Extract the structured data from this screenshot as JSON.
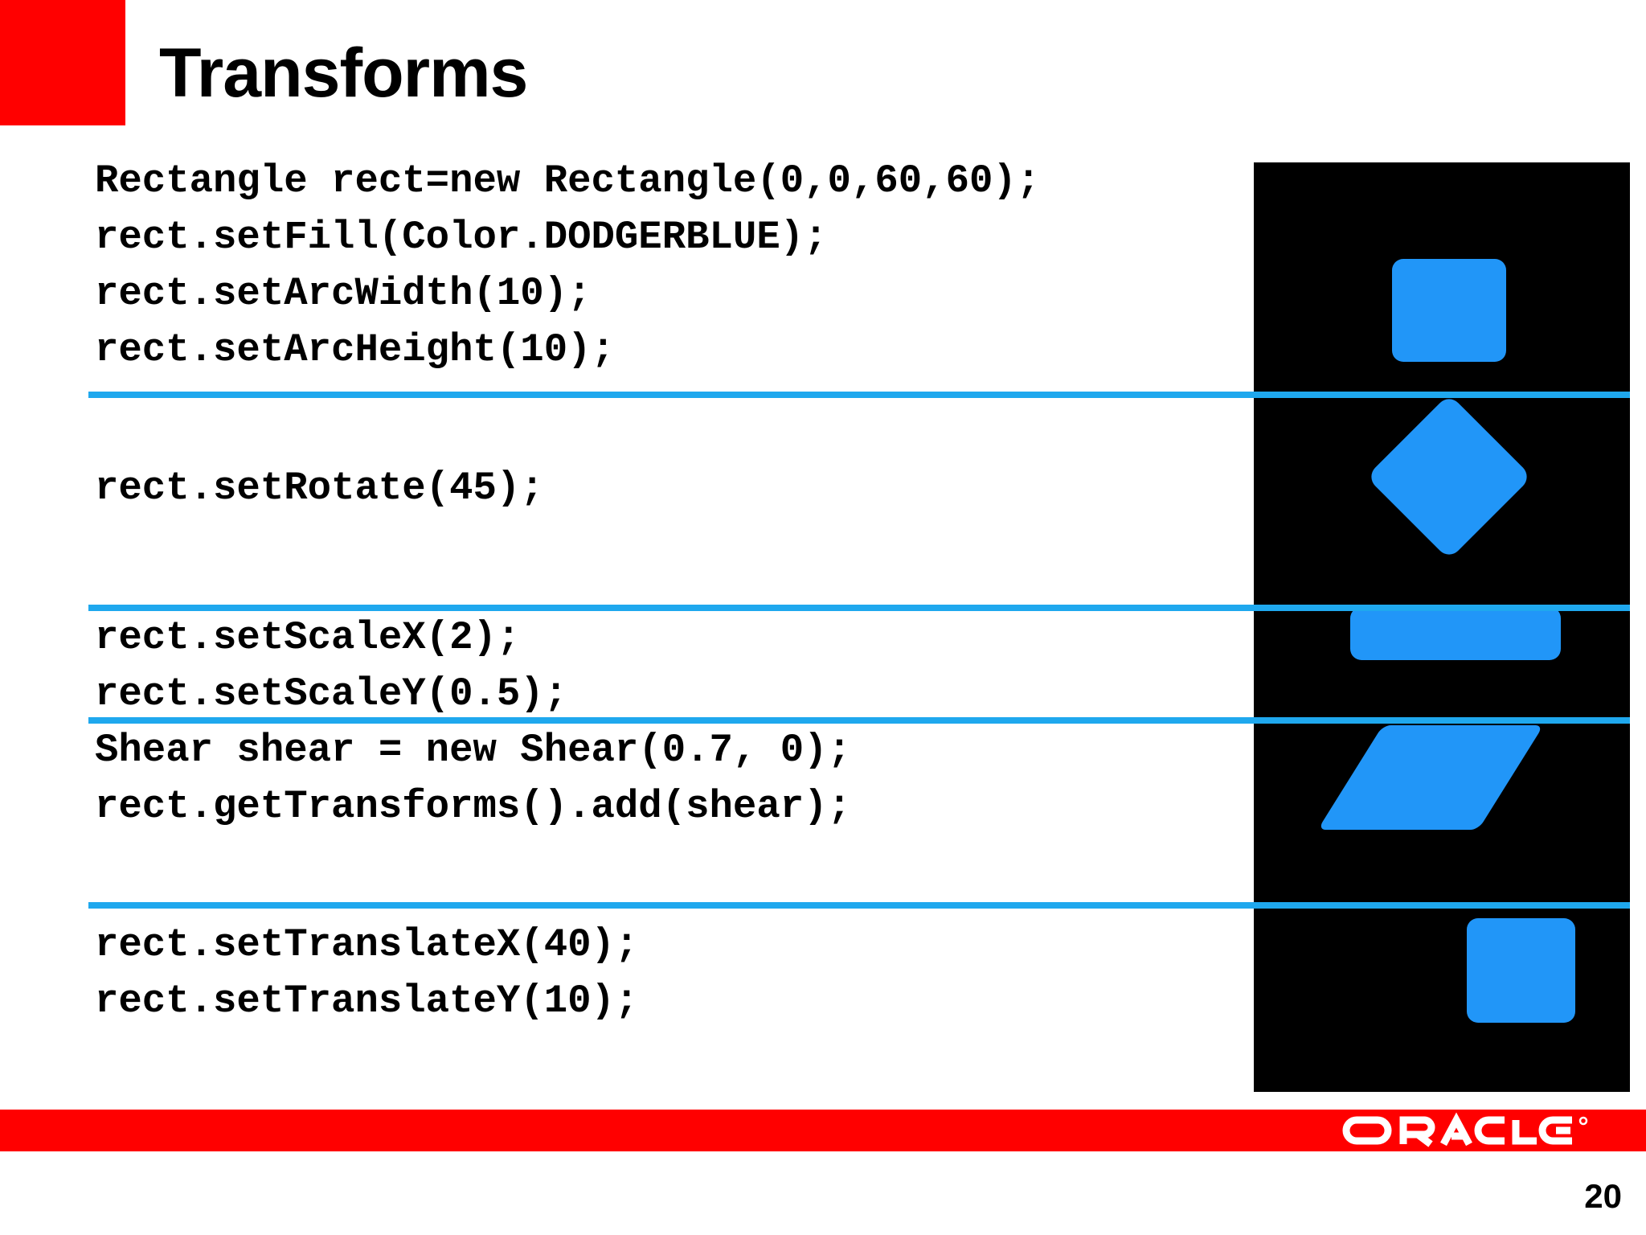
{
  "slide": {
    "title": "Transforms",
    "page_number": "20",
    "accent_red": "#FF0000",
    "separator_blue": "#1FA8EE",
    "shape_blue": "#2196F8",
    "panel_background": "#000000"
  },
  "code_groups": [
    {
      "id": "base-rectangle",
      "lines": [
        "Rectangle rect=new Rectangle(0,0,60,60);",
        "rect.setFill(Color.DODGERBLUE);",
        "rect.setArcWidth(10);",
        "rect.setArcHeight(10);"
      ]
    },
    {
      "id": "rotate",
      "lines": [
        "rect.setRotate(45);"
      ]
    },
    {
      "id": "scale",
      "lines": [
        "rect.setScaleX(2);",
        "rect.setScaleY(0.5);"
      ]
    },
    {
      "id": "shear",
      "lines": [
        "Shear shear = new Shear(0.7, 0);",
        "rect.getTransforms().add(shear);"
      ]
    },
    {
      "id": "translate",
      "lines": [
        "rect.setTranslateX(40);",
        "rect.setTranslateY(10);"
      ]
    }
  ],
  "preview_shapes": [
    {
      "id": "plain-rounded-rectangle",
      "label": "rounded rectangle"
    },
    {
      "id": "rotated-rectangle",
      "label": "rectangle rotated 45 degrees"
    },
    {
      "id": "scaled-rectangle",
      "label": "rectangle scaled 2x by 0.5y"
    },
    {
      "id": "sheared-rectangle",
      "label": "rectangle sheared 0.7"
    },
    {
      "id": "translated-rectangle",
      "label": "rectangle translated 40,10"
    }
  ],
  "footer": {
    "brand": "ORACLE",
    "trademark": "®"
  }
}
